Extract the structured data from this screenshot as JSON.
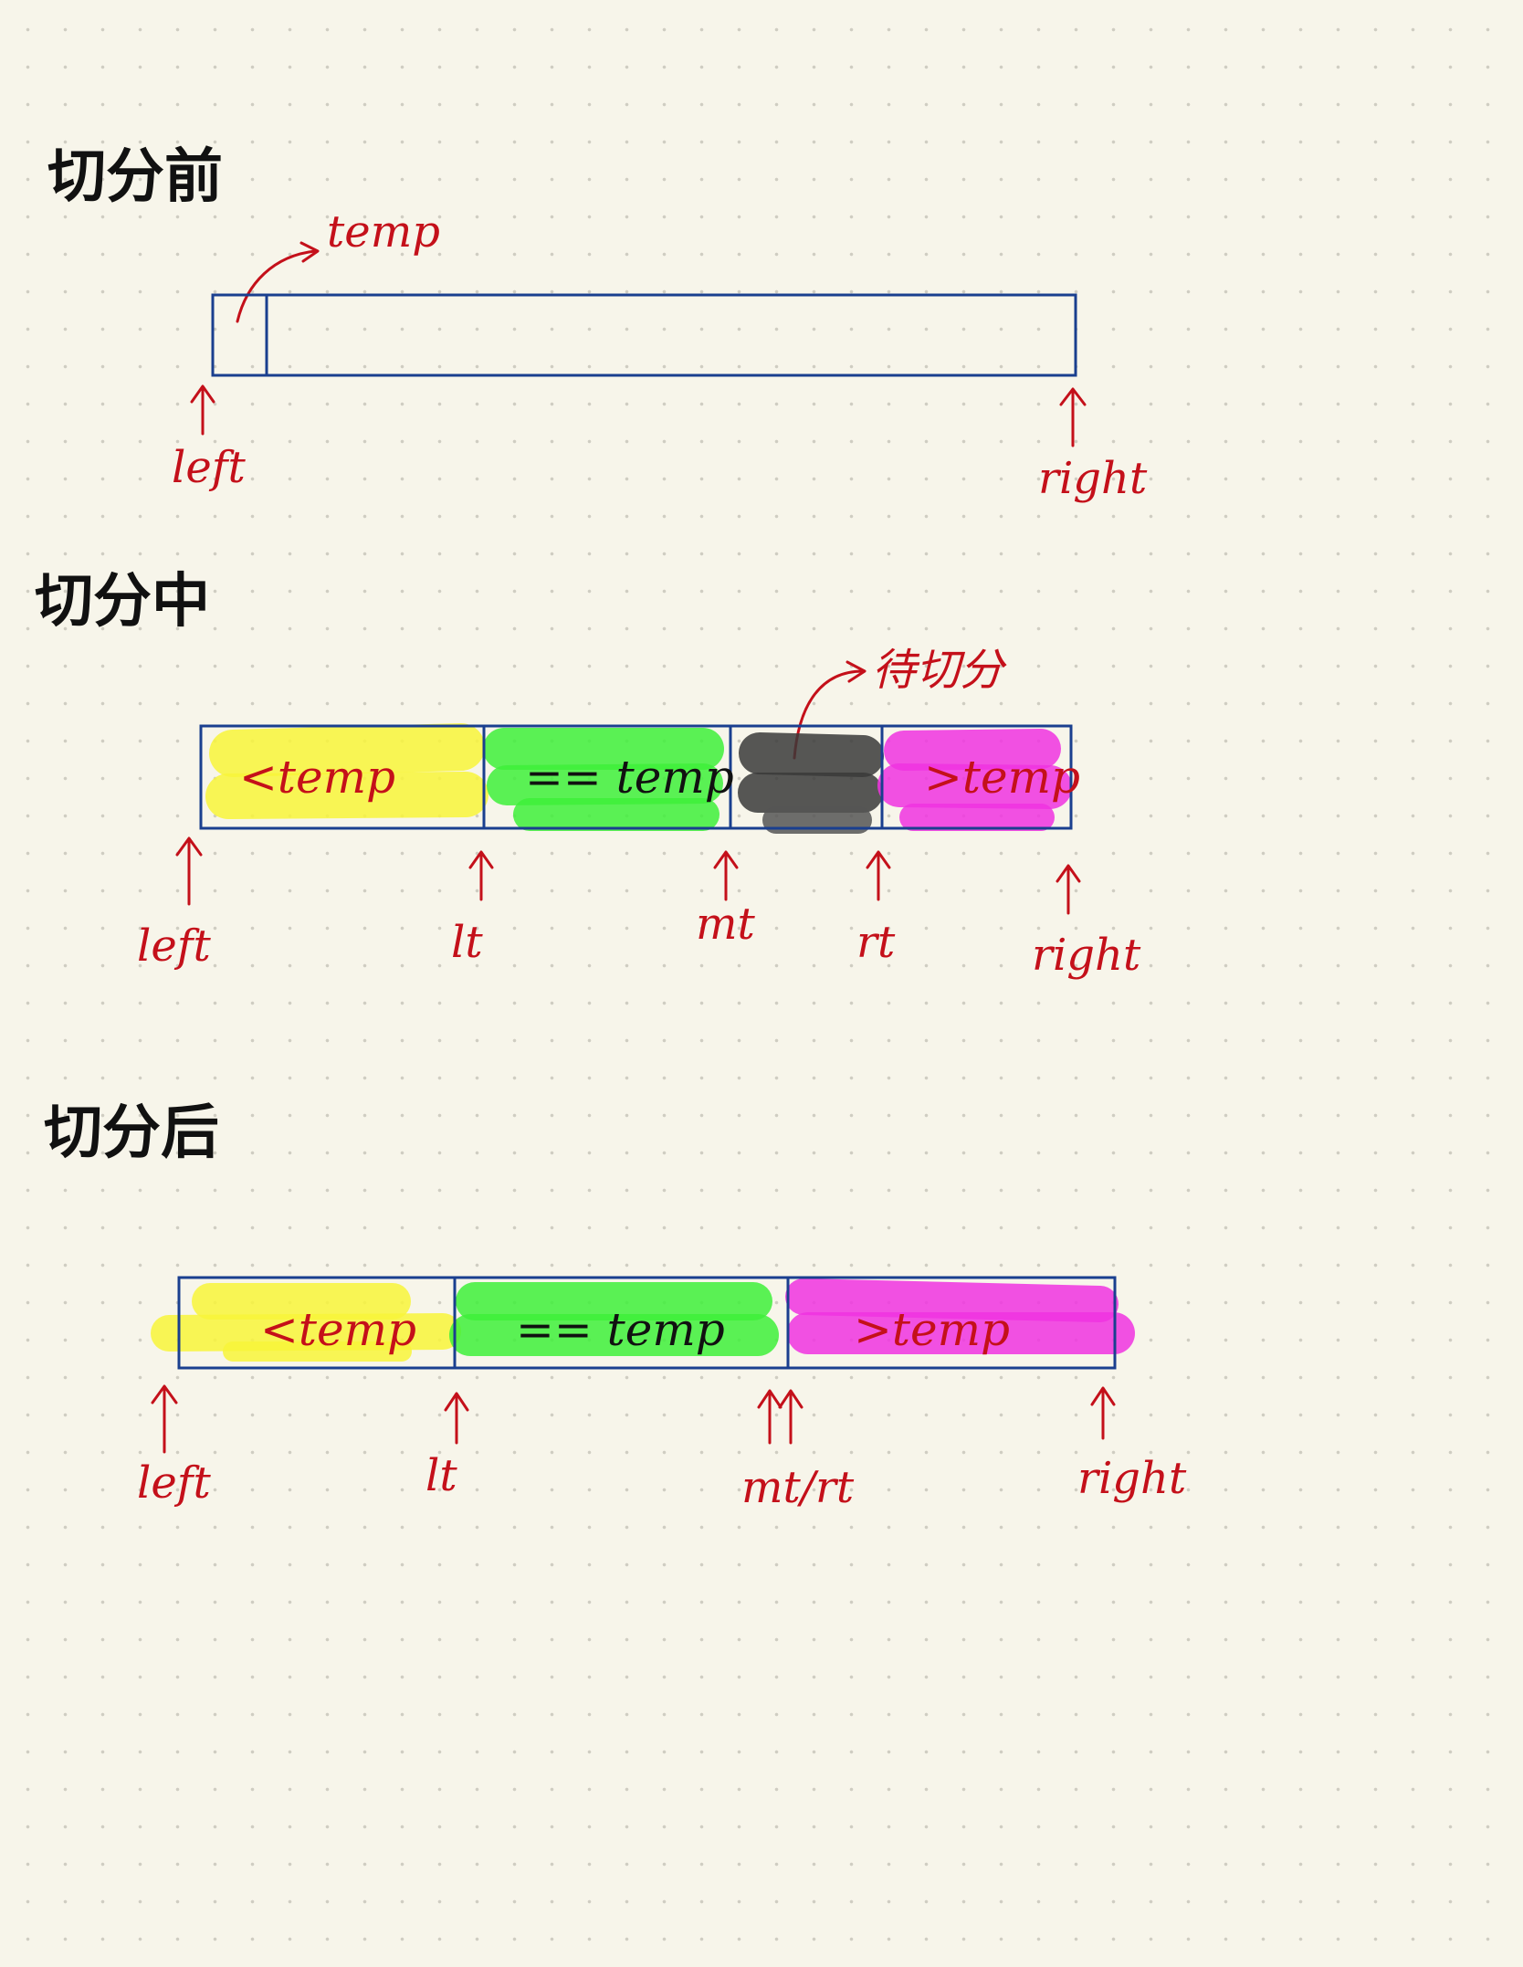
{
  "colors": {
    "background": "#f7f5ea",
    "box": "#1a3f8f",
    "annotation": "#c4101a",
    "heading": "#111111",
    "less": "#f8f53a",
    "equal": "#3ef03a",
    "pending": "#3a3a3a",
    "greater": "#f032e0"
  },
  "before": {
    "title": "切分前",
    "temp": "temp",
    "left": "left",
    "right": "right"
  },
  "during": {
    "title": "切分中",
    "pending_note": "待切分",
    "less": "<temp",
    "equal": "== temp",
    "greater": ">temp",
    "left": "left",
    "lt": "lt",
    "mt": "mt",
    "rt": "rt",
    "right": "right"
  },
  "after": {
    "title": "切分后",
    "less": "<temp",
    "equal": "== temp",
    "greater": ">temp",
    "left": "left",
    "lt": "lt",
    "mt_rt": "mt/rt",
    "right": "right"
  }
}
